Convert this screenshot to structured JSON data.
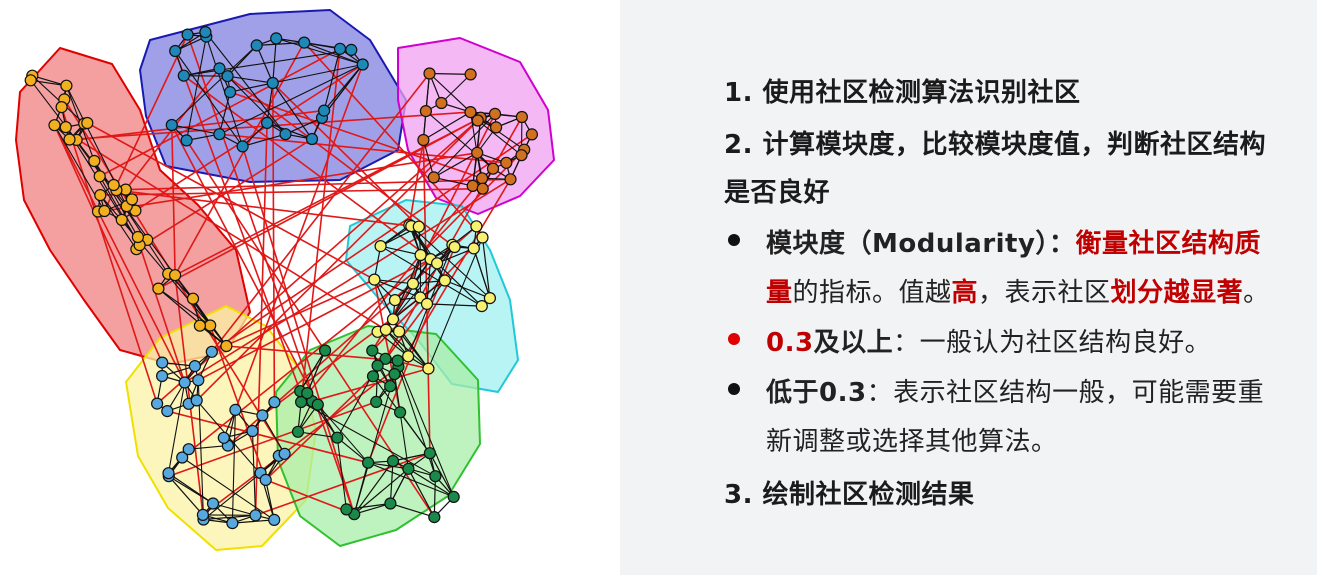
{
  "diagram": {
    "hulls": [
      {
        "name": "red",
        "fill": "#f08080",
        "stroke": "#e00000"
      },
      {
        "name": "blue",
        "fill": "#8080e0",
        "stroke": "#1a1ab0"
      },
      {
        "name": "magenta",
        "fill": "#f0a0f0",
        "stroke": "#d000d0"
      },
      {
        "name": "cyan",
        "fill": "#a0f0f0",
        "stroke": "#20c8d8"
      },
      {
        "name": "yellow",
        "fill": "#fbf3a6",
        "stroke": "#f0e000"
      },
      {
        "name": "green",
        "fill": "#a8eea8",
        "stroke": "#30c030"
      }
    ],
    "node_colors": {
      "red": "#f2b020",
      "blue": "#1e88b8",
      "magenta": "#d07020",
      "cyan": "#f8f070",
      "yellow": "#58a8e0",
      "green": "#1a8a4a"
    },
    "intra_edge_color": "#111111",
    "inter_edge_color": "#e01818"
  },
  "text": {
    "item1": "1. 使用社区检测算法识别社区",
    "item2_line1": "2. 计算模块度，比较模块度值，判断社区结构",
    "item2_line2": "是否良好",
    "b1_part1": "模块度（Modularity）：",
    "b1_part2": "衡量社区结构质",
    "b1_line2_red1": "量",
    "b1_line2_mid": "的指标。值越",
    "b1_line2_red2": "高",
    "b1_line2_mid2": "，表示社区",
    "b1_line2_red3": "划分越显著",
    "b1_line2_end": "。",
    "b2_red": "0.3",
    "b2_bold": "及以上",
    "b2_rest": "：一般认为社区结构良好。",
    "b3_bold": "低于0.3",
    "b3_rest": "：表示社区结构一般，可能需要重",
    "b3_line2": "新调整或选择其他算法。",
    "item3": "3. 绘制社区检测结果"
  }
}
